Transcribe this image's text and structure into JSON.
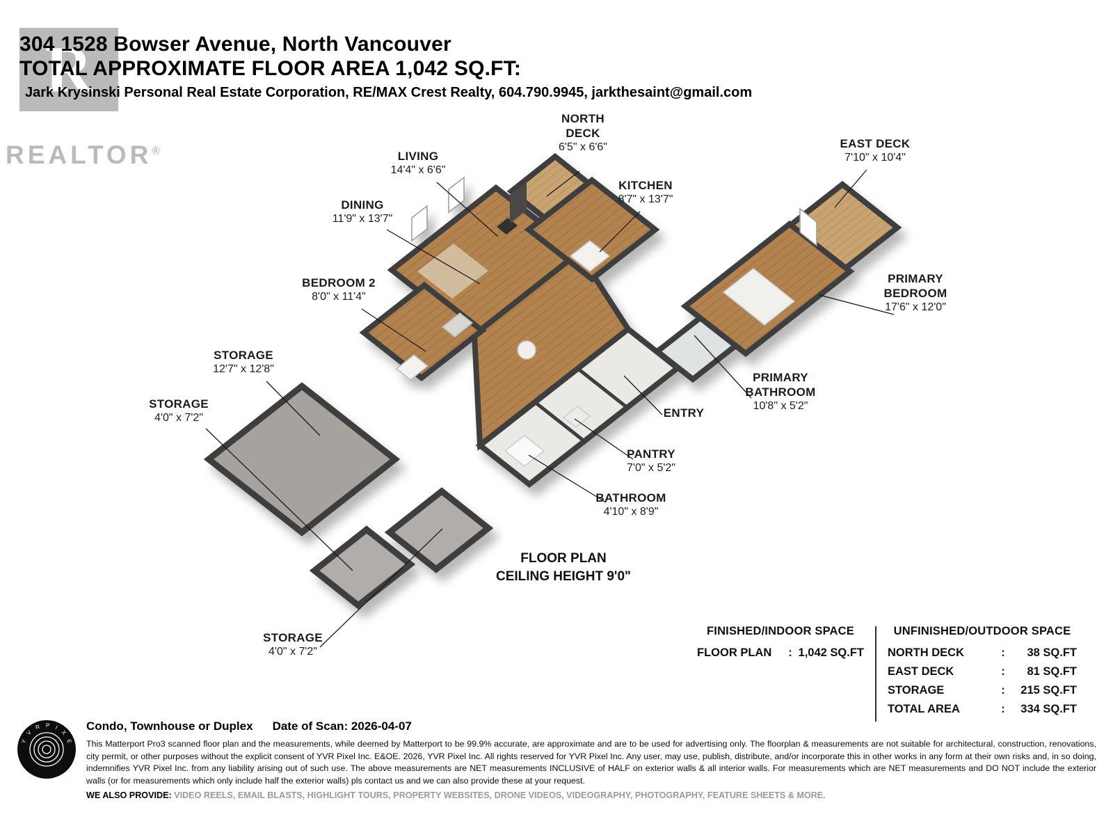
{
  "header": {
    "address": "304 1528 Bowser Avenue, North Vancouver",
    "area_title": "TOTAL APPROXIMATE FLOOR AREA 1,042 SQ.FT:",
    "agent": "Jark Krysinski Personal Real Estate Corporation, RE/MAX Crest Realty, 604.790.9945, jarkthesaint@gmail.com",
    "realtor_letter": "R",
    "realtor_word": "REALTOR",
    "realtor_reg": "®"
  },
  "rooms": [
    {
      "name": "NORTH DECK",
      "dims": "6'5\" x 6'6\""
    },
    {
      "name": "LIVING",
      "dims": "14'4\" x 6'6\""
    },
    {
      "name": "DINING",
      "dims": "11'9\" x 13'7\""
    },
    {
      "name": "KITCHEN",
      "dims": "8'7\" x 13'7\""
    },
    {
      "name": "EAST DECK",
      "dims": "7'10\" x 10'4\""
    },
    {
      "name": "BEDROOM 2",
      "dims": "8'0\" x 11'4\""
    },
    {
      "name": "PRIMARY BEDROOM",
      "dims": "17'6\" x 12'0\""
    },
    {
      "name": "STORAGE",
      "dims": "12'7\" x 12'8\""
    },
    {
      "name": "STORAGE",
      "dims": "4'0\" x 7'2\""
    },
    {
      "name": "PRIMARY BATHROOM",
      "dims": "10'8\" x 5'2\""
    },
    {
      "name": "ENTRY"
    },
    {
      "name": "PANTRY",
      "dims": "7'0\" x 5'2\""
    },
    {
      "name": "BATHROOM",
      "dims": "4'10\" x 8'9\""
    },
    {
      "name": "STORAGE",
      "dims": "4'0\" x 7'2\""
    }
  ],
  "caption": {
    "title": "FLOOR PLAN",
    "subtitle": "CEILING HEIGHT 9'0\""
  },
  "summary": {
    "indoor": {
      "title": "FINISHED/INDOOR SPACE",
      "rows": [
        {
          "label": "FLOOR PLAN",
          "sep": ":",
          "value": "1,042 SQ.FT"
        }
      ]
    },
    "outdoor": {
      "title": "UNFINISHED/OUTDOOR SPACE",
      "rows": [
        {
          "label": "NORTH DECK",
          "sep": ":",
          "value": "38 SQ.FT"
        },
        {
          "label": "EAST DECK",
          "sep": ":",
          "value": "81 SQ.FT"
        },
        {
          "label": "STORAGE",
          "sep": ":",
          "value": "215 SQ.FT"
        },
        {
          "label": "TOTAL AREA",
          "sep": ":",
          "value": "334 SQ.FT"
        }
      ]
    }
  },
  "footer": {
    "property_type": "Condo, Townhouse or Duplex",
    "scan_date": "Date of Scan: 2026-04-07",
    "disclaimer": "This Matterport Pro3 scanned floor plan and the measurements, while deemed by Matterport to be 99.9% accurate, are approximate and are to be used for advertising only. The floorplan & measurements are not suitable for architectural, construction, renovations, city permit, or other purposes without the explicit consent of YVR Pixel Inc. E&OE. 2026, YVR Pixel Inc. All rights reserved for YVR Pixel Inc. Any user, may use, publish, distribute, and/or incorporate this in other works in any form at their own risks and, in so doing, indemnifies YVR Pixel Inc. from any liability arising out of such use. The above measurements are NET measurements INCLUSIVE of HALF on exterior walls & all interior walls. For measurements which are NET measurements and DO NOT include the exterior walls (or for measurements which only include half the exterior walls) pls contact us and we can also provide these at your request.",
    "provide_label": "WE ALSO PROVIDE:",
    "provide_items": "VIDEO REELS, EMAIL BLASTS, HIGHLIGHT TOURS, PROPERTY WEBSITES, DRONE VIDEOS, VIDEOGRAPHY, PHOTOGRAPHY, FEATURE SHEETS & MORE."
  },
  "colors": {
    "wall": "#3e3e3e",
    "wood_floor": "#b3834f",
    "deck_floor": "#c9a473",
    "tile_floor": "#ebe9e5",
    "storage_floor": "#a6a39f",
    "label_ink": "#1b1b1b",
    "watermark_gray": "#bababa",
    "provide_gray": "#9a9a9a"
  }
}
